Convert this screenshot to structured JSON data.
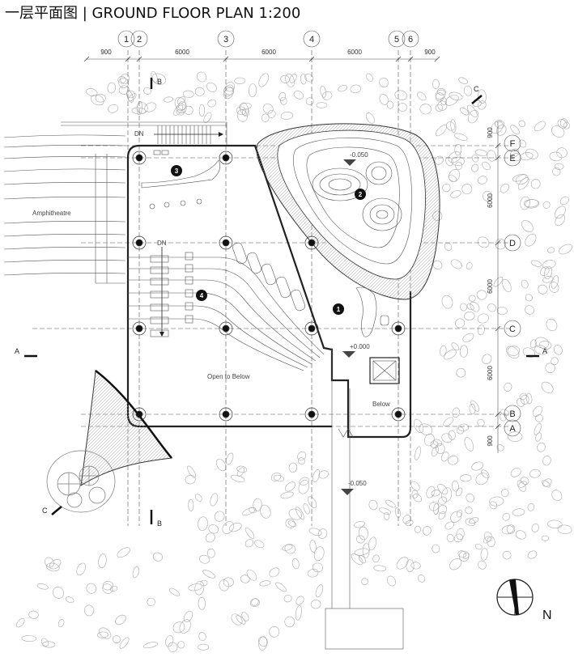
{
  "title": "一层平面图 | GROUND FLOOR PLAN  1:200",
  "grid_columns": [
    "1",
    "2",
    "3",
    "4",
    "5",
    "6"
  ],
  "grid_rows": [
    "F",
    "E",
    "D",
    "C",
    "B",
    "A"
  ],
  "dims_top": [
    "900",
    "6000",
    "6000",
    "6000",
    "900"
  ],
  "dims_right": [
    "900",
    "6000",
    "6000",
    "6000",
    "900"
  ],
  "labels": {
    "amphitheatre": "Amphitheatre",
    "dn_top": "DN",
    "dn_mid": "DN",
    "open_to_below": "Open to Below",
    "below": "Below",
    "level_a": "-0.050",
    "level_b": "+0.000",
    "level_c": "-0.050"
  },
  "room_numbers": [
    "1",
    "2",
    "3",
    "4"
  ],
  "section_marks": [
    "A",
    "A",
    "B",
    "B",
    "C",
    "C"
  ],
  "north": "N"
}
